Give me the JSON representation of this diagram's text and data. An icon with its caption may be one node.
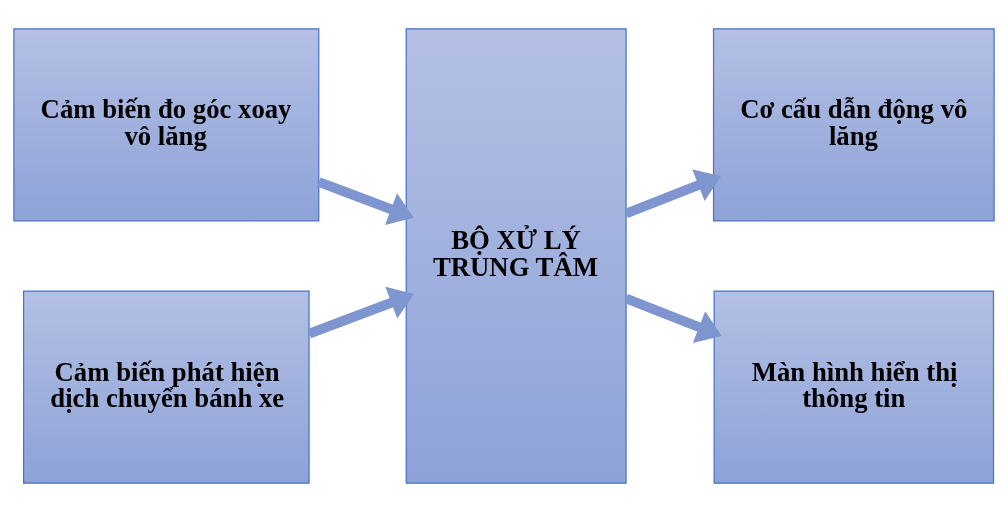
{
  "diagram": {
    "nodes": [
      {
        "text": [
          "Cảm biến đo góc xoay vô lăng"
        ]
      },
      {
        "text": [
          "Cảm biến phát hiện dịch chuyển bánh xe"
        ]
      },
      {
        "text": [
          "BỘ XỬ LÝ TRUNG TÂM"
        ]
      },
      {
        "text": [
          "Cơ cấu dẫn động vô lăng"
        ]
      },
      {
        "text": [
          "Màn hình hiển thị thông tin"
        ]
      }
    ],
    "edges": [
      {
        "from": 0,
        "to": 2,
        "arrow": "to"
      },
      {
        "from": 1,
        "to": 2,
        "arrow": "to"
      },
      {
        "from": 2,
        "to": 3,
        "arrow": "to"
      },
      {
        "from": 2,
        "to": 4,
        "arrow": "to"
      }
    ]
  }
}
